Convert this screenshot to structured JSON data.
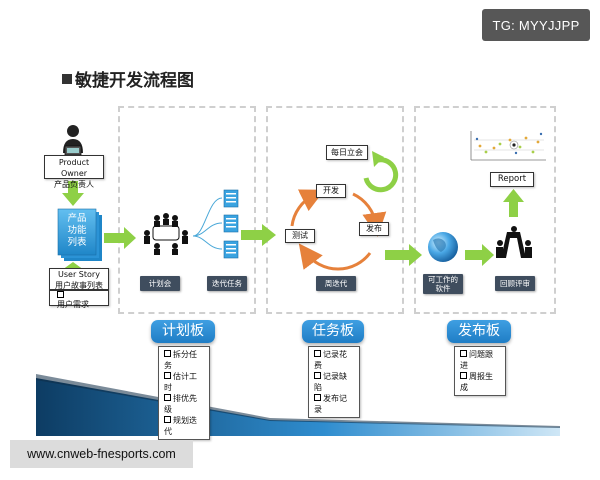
{
  "watermark_top": "TG: MYYJJPP",
  "watermark_bottom": "www.cnweb-fnesports.com",
  "title": "敏捷开发流程图",
  "product_owner": {
    "line1": "Product Owner",
    "line2": "产品负责人"
  },
  "backlog_doc": [
    "产品",
    "功能",
    "列表"
  ],
  "user_story": {
    "line1": "User Story",
    "line2": "用户故事列表",
    "item": "用户需求"
  },
  "plan_meeting": "计划会",
  "iteration_task": "迭代任务",
  "daily_standup": "每日立会",
  "cycle": {
    "dev": "开发",
    "test": "测试",
    "release": "发布"
  },
  "sprint": "周迭代",
  "working_software": [
    "可工作的",
    "软件"
  ],
  "review": "回顾评审",
  "report": "Report",
  "boards": [
    {
      "name": "计划板",
      "items": [
        "拆分任务",
        "估计工时",
        "排优先级",
        "规划迭代"
      ]
    },
    {
      "name": "任务板",
      "items": [
        "记录花费",
        "记录缺陷",
        "发布记录"
      ]
    },
    {
      "name": "发布板",
      "items": [
        "问题跟进",
        "周报生成"
      ]
    }
  ],
  "colors": {
    "arrow_green": "#8ed046",
    "cycle_orange": "#e6813b",
    "board_blue": "#2a8ad4",
    "tag_dark": "#3f4d5e"
  },
  "icons": [
    "person-laptop-icon",
    "document-stack-icon",
    "meeting-table-icon",
    "task-list-icon",
    "refresh-icon",
    "globe-icon",
    "presenter-icon",
    "scatter-chart-icon"
  ]
}
